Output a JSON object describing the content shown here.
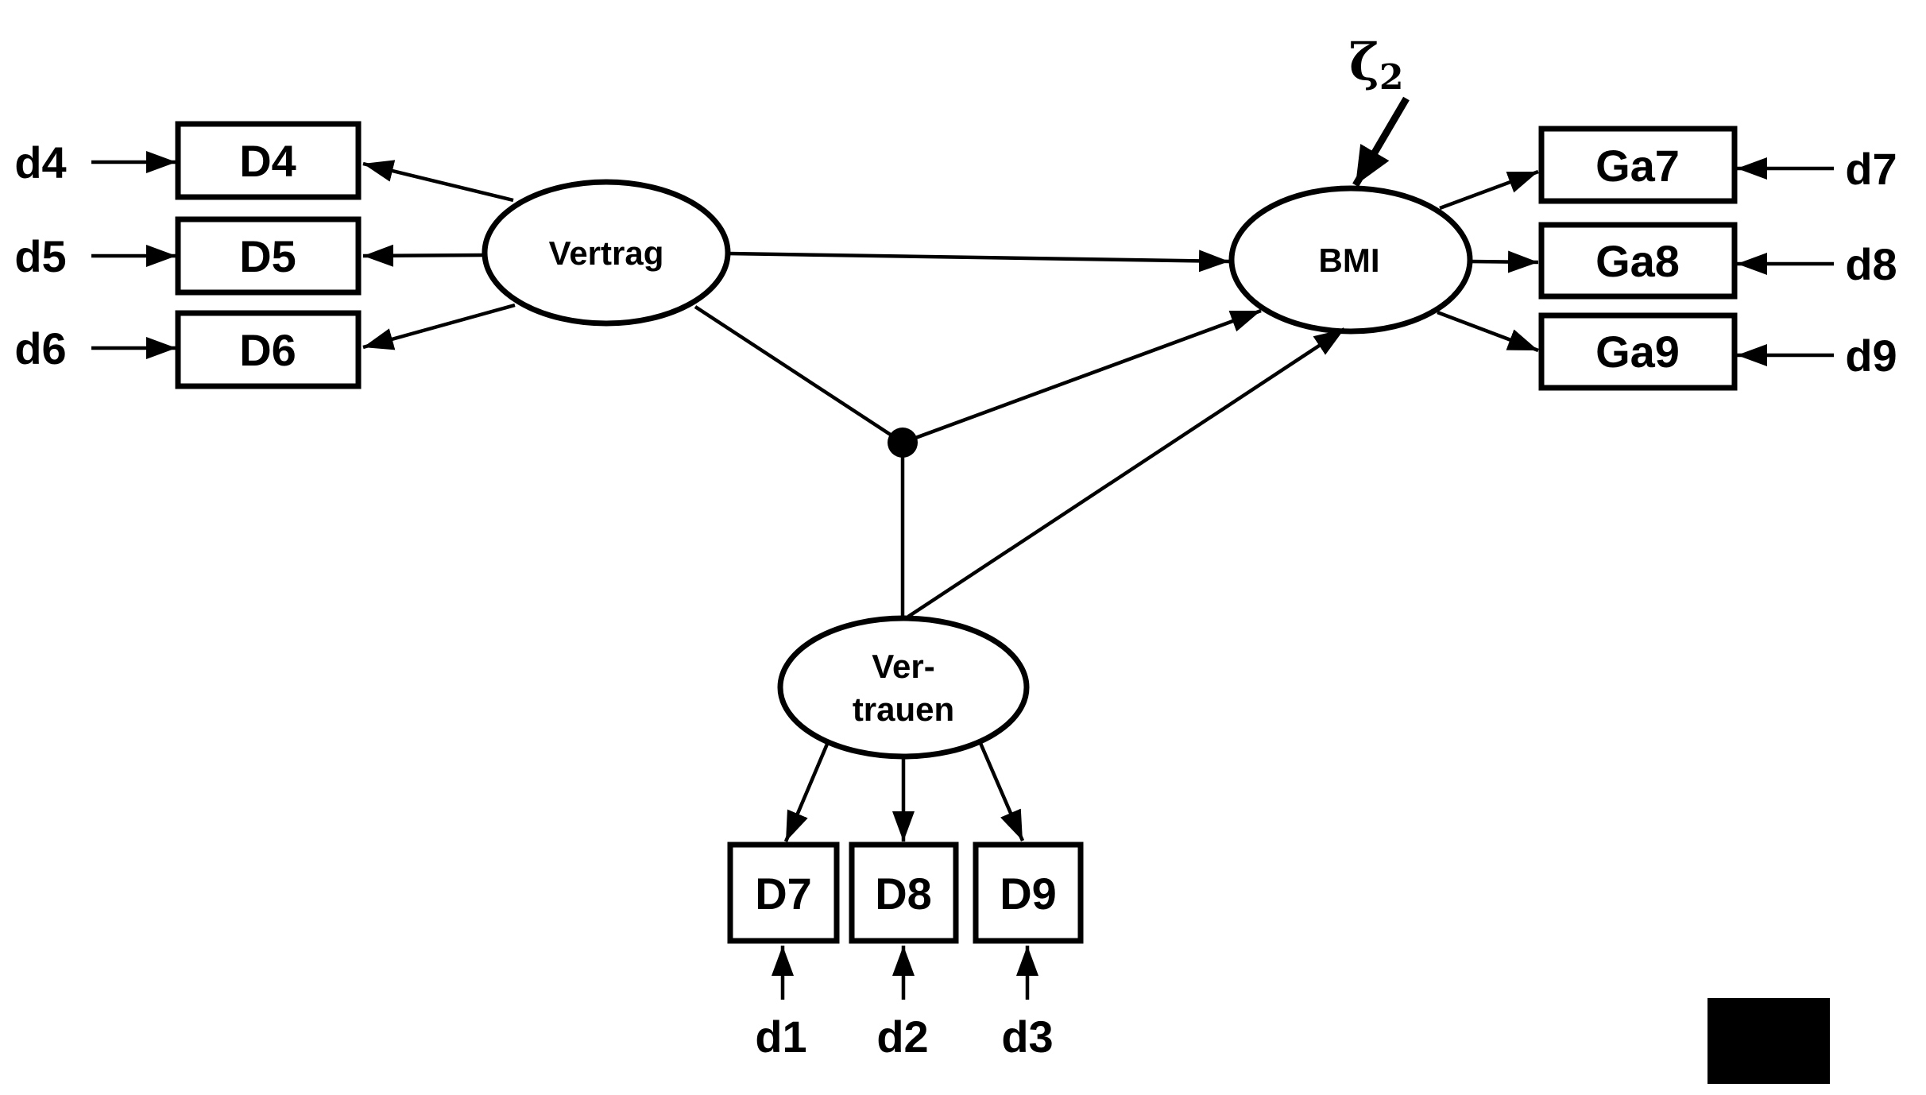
{
  "colors": {
    "ink": "#000000",
    "background": "#ffffff"
  },
  "latents": {
    "vertrag": "Vertrag",
    "bmi": "BMI",
    "vertrauen_line1": "Ver-",
    "vertrauen_line2": "trauen"
  },
  "indicators": {
    "d4": "D4",
    "d5": "D5",
    "d6": "D6",
    "ga7": "Ga7",
    "ga8": "Ga8",
    "ga9": "Ga9",
    "d7": "D7",
    "d8": "D8",
    "d9": "D9"
  },
  "errors": {
    "e1": "d1",
    "e2": "d2",
    "e3": "d3",
    "e4": "d4",
    "e5": "d5",
    "e6": "d6",
    "e7": "d7",
    "e8": "d8",
    "e9": "d9"
  },
  "disturbance": {
    "symbol": "ζ",
    "subscript": "2"
  }
}
